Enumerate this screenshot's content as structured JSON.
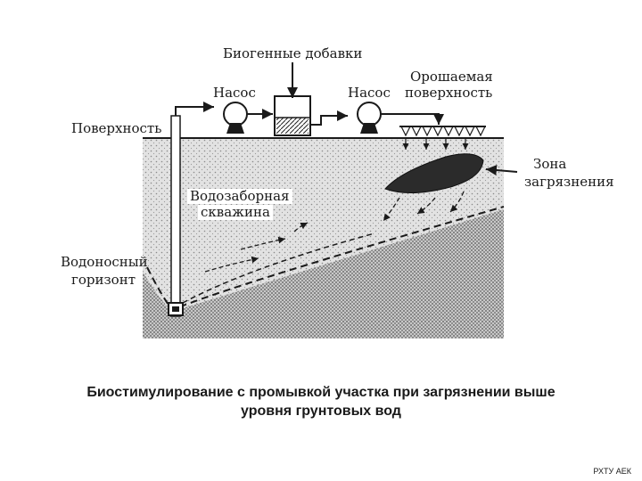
{
  "labels": {
    "nutrients": "Биогенные добавки",
    "pump_left": "Насос",
    "pump_right": "Насос",
    "irrigated_line1": "Орошаемая",
    "irrigated_line2": "поверхность",
    "surface": "Поверхность",
    "contamination_line1": "Зона",
    "contamination_line2": "загрязнения",
    "well_line1": "Водозаборная",
    "well_line2": "скважина",
    "aquifer_line1": "Водоносный",
    "aquifer_line2": "горизонт"
  },
  "caption": {
    "line1": "Биостимулирование с промывкой участка при загрязнении выше",
    "line2": "уровня грунтовых вод"
  },
  "footer": "РХТУ АЕК",
  "colors": {
    "line": "#1a1a1a",
    "soil": "#d4d4d4",
    "aquifer": "#bdbdbd",
    "plume": "#2b2b2b",
    "background": "#ffffff"
  }
}
